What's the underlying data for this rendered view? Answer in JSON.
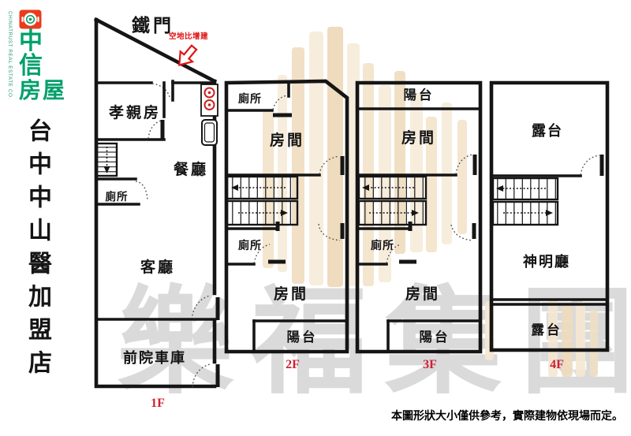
{
  "branding": {
    "logo_char_top": "中",
    "logo_char_mid": "信",
    "logo_chars_bottom": "房屋",
    "logo_english": "CHINATRUST REAL ESTATE CO.",
    "store_name": "台中中山醫加盟店",
    "brand_red": "#ea3b1e",
    "brand_green": "#009b63"
  },
  "plan": {
    "gate_label": "鐵門",
    "expansion_note": "空地比增建",
    "floors": [
      {
        "label": "1F",
        "rooms": [
          {
            "name": "孝親房"
          },
          {
            "name": "餐廳"
          },
          {
            "name": "廁所"
          },
          {
            "name": "客廳"
          },
          {
            "name": "前院車庫"
          }
        ]
      },
      {
        "label": "2F",
        "rooms": [
          {
            "name": "廁所"
          },
          {
            "name": "房間"
          },
          {
            "name": "廁所"
          },
          {
            "name": "房間"
          },
          {
            "name": "陽台"
          }
        ]
      },
      {
        "label": "3F",
        "rooms": [
          {
            "name": "陽台"
          },
          {
            "name": "房間"
          },
          {
            "name": "廁所"
          },
          {
            "name": "房間"
          },
          {
            "name": "陽台"
          }
        ]
      },
      {
        "label": "4F",
        "rooms": [
          {
            "name": "露台"
          },
          {
            "name": "神明廳"
          },
          {
            "name": "露台"
          }
        ]
      }
    ]
  },
  "watermarks": {
    "group_name": "樂福集團"
  },
  "footer": {
    "disclaimer": "本圖形狀大小僅供參考，實際建物依現場而定。"
  },
  "colors": {
    "wall": "#151515",
    "floor_label_red": "#cc2233",
    "annotation_red": "#e01212",
    "watermark_gray": "#dadada",
    "watermark_tan": "#f5e8d2"
  }
}
